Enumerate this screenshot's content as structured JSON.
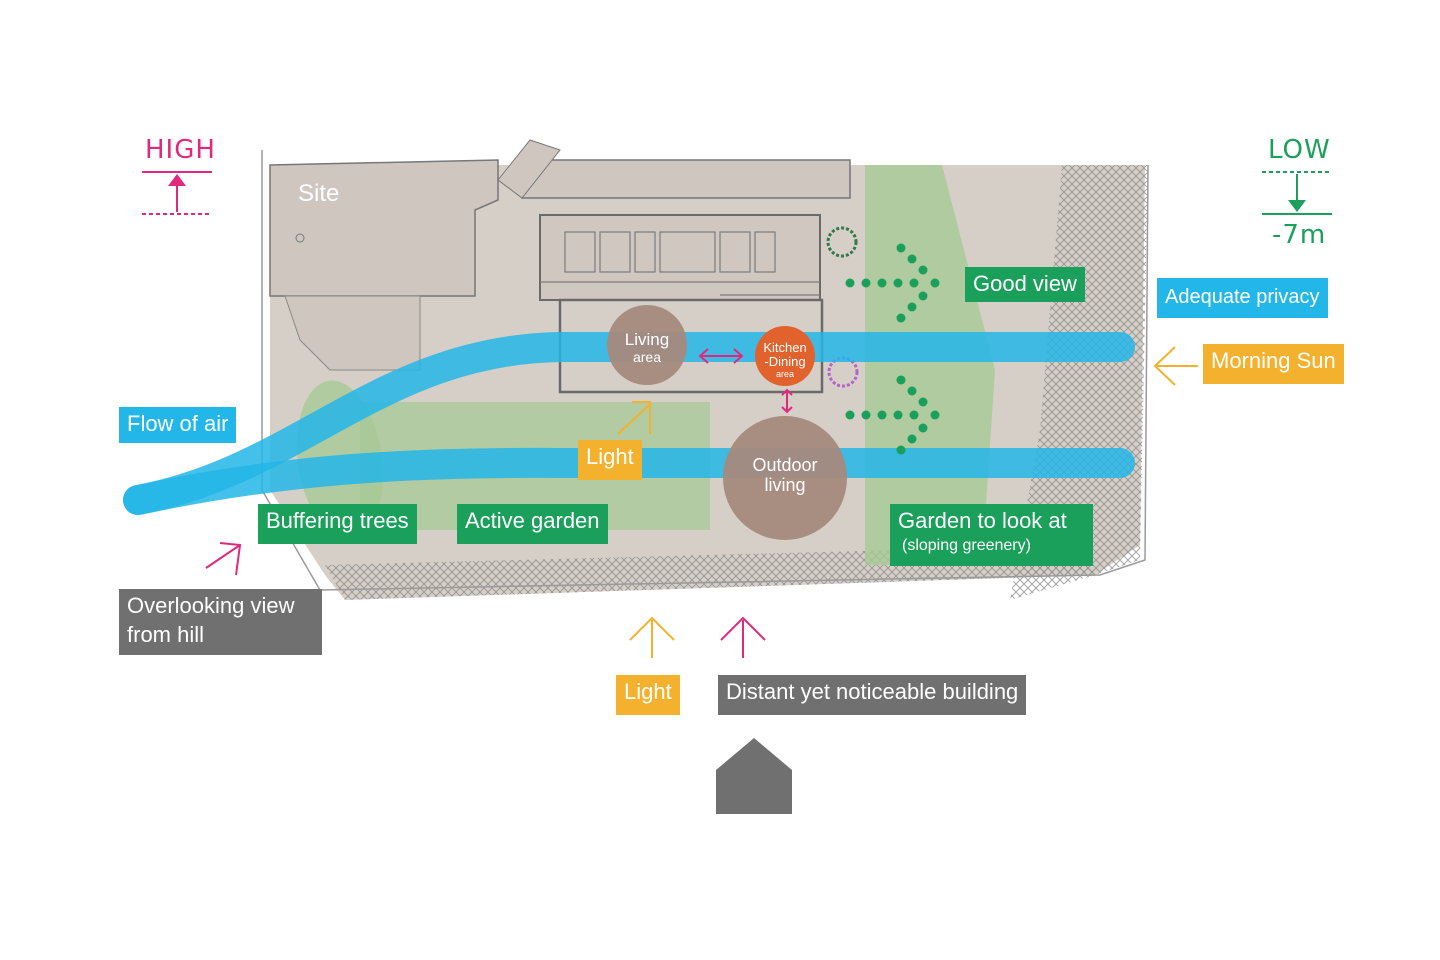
{
  "legend": {
    "high": {
      "label": "HIGH",
      "color": "#e0297c"
    },
    "low": {
      "label": "LOW",
      "value": "-7m",
      "color": "#1aa05a"
    }
  },
  "site": {
    "label": "Site"
  },
  "zones": {
    "living": {
      "line1": "Living",
      "line2": "area",
      "color": "#a5897d"
    },
    "kitchen": {
      "line1": "Kitchen",
      "line2": "-Dining",
      "line3": "area",
      "color": "#e2622d"
    },
    "outdoor": {
      "line1": "Outdoor",
      "line2": "living",
      "color": "#a5897d"
    }
  },
  "labels": {
    "good_view": "Good view",
    "adequate_privacy": "Adequate privacy",
    "morning_sun": "Morning Sun",
    "flow_of_air": "Flow of air",
    "light_center": "Light",
    "buffering_trees": "Buffering trees",
    "active_garden": "Active garden",
    "garden_look": "Garden to look at",
    "garden_look_sub": "(sloping greenery)",
    "overlooking_line1": "Overlooking view",
    "overlooking_line2": "from hill",
    "light_bottom": "Light",
    "distant_building": "Distant yet noticeable building"
  },
  "colors": {
    "site_fill": "#d6cfc7",
    "garden_green": "#a6c996",
    "air_blue": "#23b6e8",
    "label_green": "#1aa05a",
    "label_orange": "#f3b12e",
    "label_gray": "#707070",
    "arrow_pink": "#e0297c",
    "arrow_orange": "#f3b12e"
  }
}
